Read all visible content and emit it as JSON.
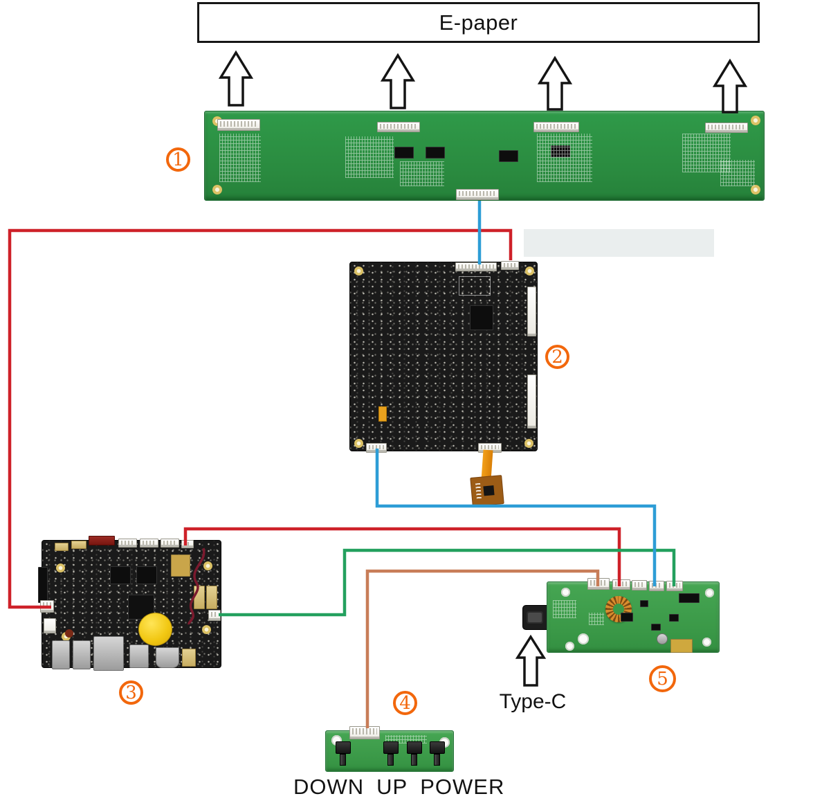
{
  "diagram": {
    "epaper": {
      "label": "E-paper"
    },
    "board_numbers": [
      "1",
      "2",
      "3",
      "4",
      "5"
    ],
    "typec": {
      "label": "Type-C"
    },
    "button_labels": [
      "DOWN",
      "UP",
      "POWER"
    ],
    "icons": {
      "up_arrow": "up-arrow",
      "typec_arrow": "up-arrow"
    },
    "colors": {
      "wire_red": "#ce2129",
      "wire_blue": "#2d9dd6",
      "wire_green": "#23a05e",
      "wire_orange": "#c87d58",
      "label_orange": "#f2670c",
      "wire_maroon": "#7b1a2e"
    }
  }
}
